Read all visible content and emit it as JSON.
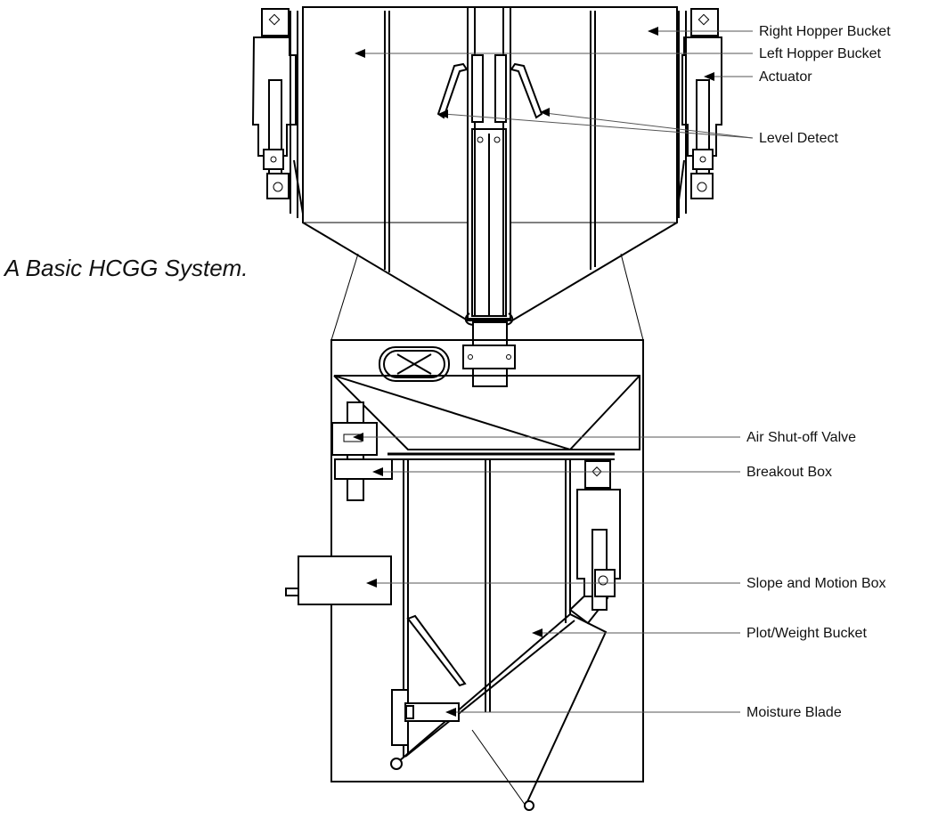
{
  "caption": "A Basic HCGG System.",
  "labels": {
    "right_hopper_bucket": "Right Hopper Bucket",
    "left_hopper_bucket": "Left Hopper Bucket",
    "actuator": "Actuator",
    "level_detect": "Level Detect",
    "air_shutoff_valve": "Air Shut-off Valve",
    "breakout_box": "Breakout Box",
    "slope_motion_box": "Slope and Motion Box",
    "plot_weight_bucket": "Plot/Weight Bucket",
    "moisture_blade": "Moisture Blade"
  },
  "colors": {
    "line": "#000000",
    "leader": "#555555",
    "background": "#ffffff"
  }
}
